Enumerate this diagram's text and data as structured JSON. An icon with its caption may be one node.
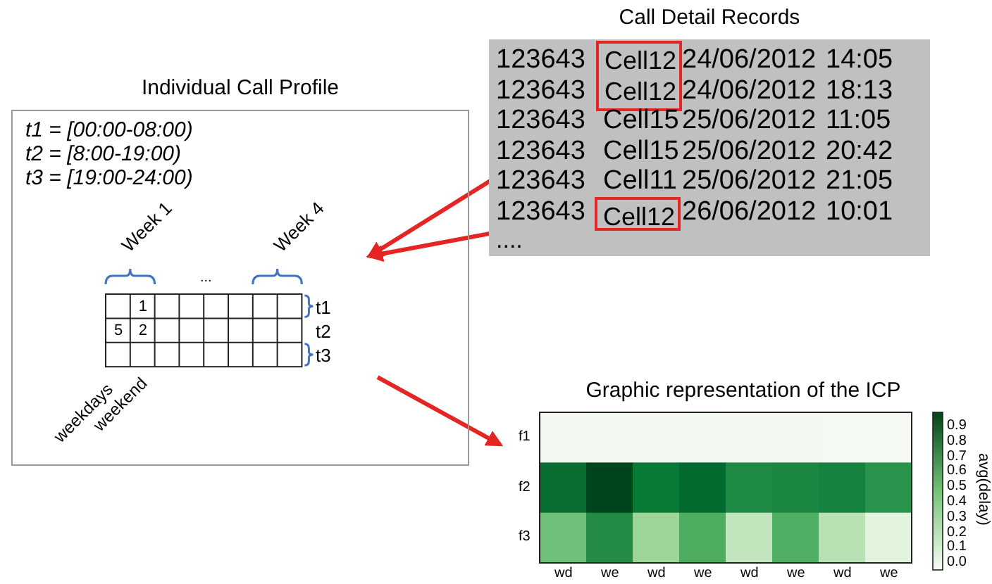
{
  "diagram": {
    "nodes": [
      {
        "text": [
          "Individual Call Profile",
          "t1 = [00:00-08:00)",
          "t2 = [8:00-19:00)",
          "t3 = [19:00-24:00)"
        ]
      },
      {
        "text": [
          "Call Detail Records"
        ]
      },
      {
        "text": [
          "Cell12",
          "Cell12"
        ],
        "in": 1
      },
      {
        "text": [
          "Cell12"
        ],
        "in": 1
      },
      {
        "text": [
          "Graphic representation of the ICP"
        ]
      }
    ],
    "edges": [
      {
        "from": 2,
        "to": 0,
        "arrow": "to"
      },
      {
        "from": 3,
        "to": 0,
        "arrow": "to"
      },
      {
        "from": 0,
        "to": 4,
        "arrow": "to"
      }
    ],
    "labels": [
      "Week 1",
      "...",
      "Week 4",
      "1",
      "t1",
      "5",
      "2",
      "t2",
      "t3",
      "weekdays",
      "weekend",
      "123643",
      "24/06/2012",
      "14:05",
      "123643",
      "24/06/2012",
      "18:13",
      "123643",
      "Cell15",
      "25/06/2012",
      "11:05",
      "123643",
      "Cell15",
      "25/06/2012",
      "20:42",
      "123643",
      "Cell11",
      "25/06/2012",
      "21:05",
      "123643",
      "26/06/2012",
      "10:01",
      "....",
      "f1",
      "f2",
      "f3",
      "wd",
      "we",
      "wd",
      "we",
      "wd",
      "we",
      "wd",
      "we",
      "0.9",
      "0.8",
      "0.7",
      "0.6",
      "0.5",
      "0.4",
      "0.3",
      "0.2",
      "0.1",
      "0.0",
      "avg(delay)"
    ]
  }
}
